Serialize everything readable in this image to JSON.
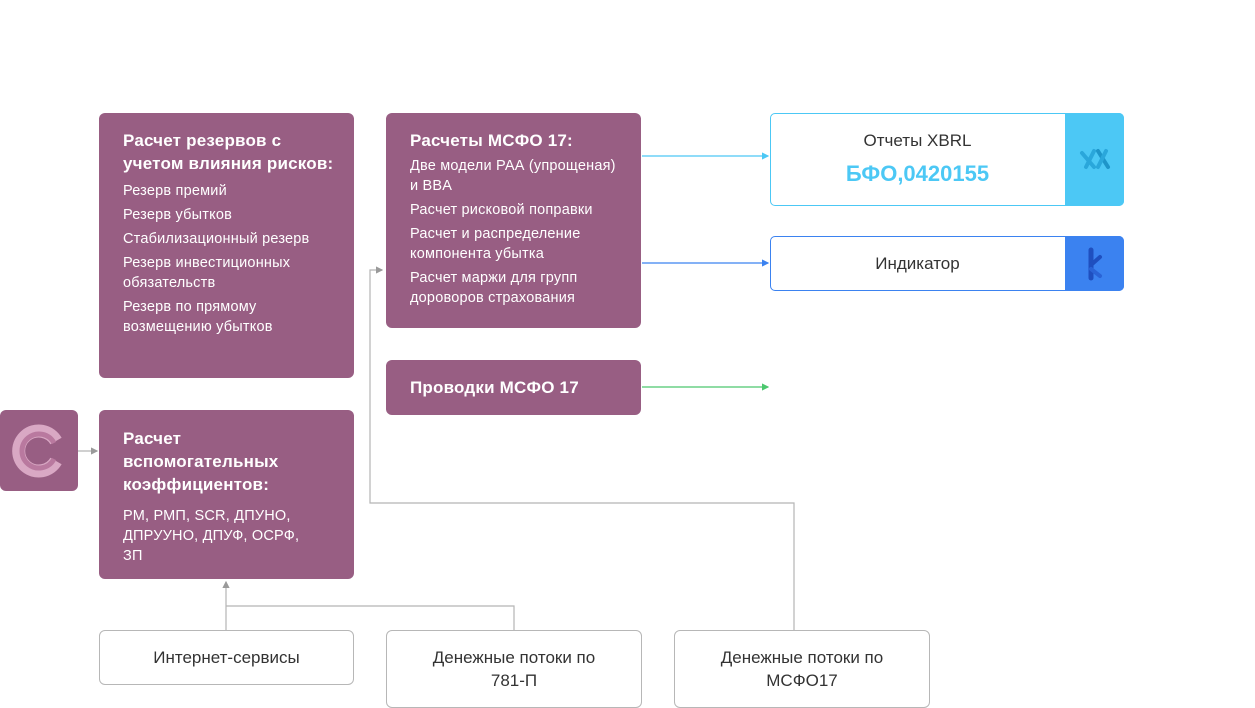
{
  "reserves": {
    "title": "Расчет резервов с учетом влияния рисков:",
    "items": [
      "Резерв премий",
      "Резерв убытков",
      "Стабилизационный резерв",
      "Резерв инвестиционных обязательств",
      "Резерв по прямому возмещению убытков"
    ]
  },
  "coefficients": {
    "title": "Расчет вспомогательных коэффициентов:",
    "text": "РМ, РМП, SCR, ДПУНО, ДПРУУНО, ДПУФ, ОСРФ, ЗП"
  },
  "ifrs": {
    "title": "Расчеты МСФО 17:",
    "items": [
      "Две модели РАА (упрощеная) и BBA",
      "Расчет рисковой поправки",
      "Расчет и распределение компонента убытка",
      "Расчет маржи для групп дороворов страхования"
    ]
  },
  "postings": {
    "title": "Проводки МСФО 17"
  },
  "xbrl": {
    "title": "Отчеты XBRL",
    "subtitle": "БФО,0420155",
    "accent": "#4cc8f5"
  },
  "indicator": {
    "title": "Индикатор",
    "accent": "#3b82f0"
  },
  "sources": {
    "internet": "Интернет-сервисы",
    "cash781": "Денежные потоки по 781-П",
    "cashIfrs": "Денежные потоки по МСФО17"
  },
  "colors": {
    "purple": "#985e83",
    "postings_arrow": "#4cc86e",
    "xbrl_arrow": "#4cc8f5",
    "indicator_arrow": "#3b82f0",
    "connector": "#b5b5b5"
  }
}
